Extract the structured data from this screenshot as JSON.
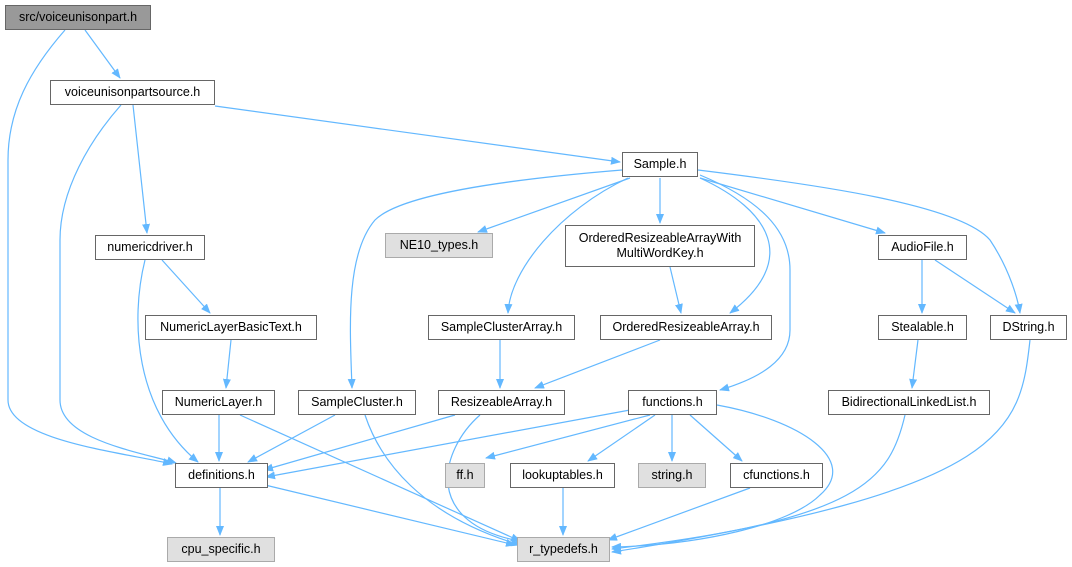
{
  "graph": {
    "colors": {
      "edge": "#63b8ff",
      "root_fill": "#999999",
      "external_fill": "#e0e0e0",
      "node_border": "#666666"
    },
    "nodes": {
      "root": "src/voiceunisonpart.h",
      "vups": "voiceunisonpartsource.h",
      "sample": "Sample.h",
      "numericdriver": "numericdriver.h",
      "ne10": "NE10_types.h",
      "orawmwk_1": "OrderedResizeableArrayWith",
      "orawmwk_2": "MultiWordKey.h",
      "audiofile": "AudioFile.h",
      "nlbt": "NumericLayerBasicText.h",
      "sca": "SampleClusterArray.h",
      "ora": "OrderedResizeableArray.h",
      "stealable": "Stealable.h",
      "dstring": "DString.h",
      "numericlayer": "NumericLayer.h",
      "samplecluster": "SampleCluster.h",
      "resizeablearray": "ResizeableArray.h",
      "functions": "functions.h",
      "bll": "BidirectionalLinkedList.h",
      "definitions": "definitions.h",
      "ff": "ff.h",
      "lookuptables": "lookuptables.h",
      "string": "string.h",
      "cfunctions": "cfunctions.h",
      "cpu_specific": "cpu_specific.h",
      "r_typedefs": "r_typedefs.h"
    }
  }
}
